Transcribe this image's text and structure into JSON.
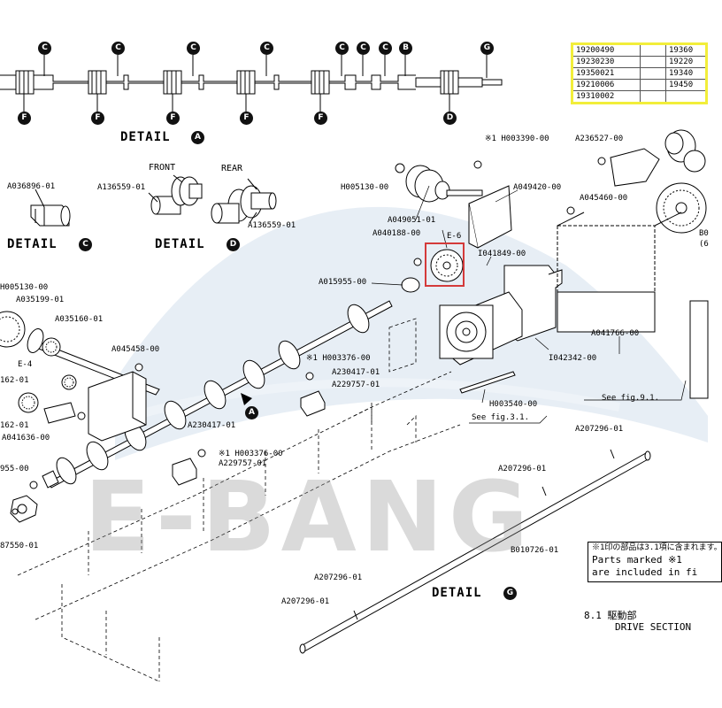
{
  "watermark": "E-BANG",
  "code_table": [
    [
      "19200490",
      "",
      "19360"
    ],
    [
      "19230230",
      "",
      "19220"
    ],
    [
      "19350021",
      "",
      "19340"
    ],
    [
      "19210006",
      "",
      "19450"
    ],
    [
      "19310002",
      "",
      ""
    ]
  ],
  "detail_titles": {
    "a": "DETAIL",
    "c": "DETAIL",
    "d": "DETAIL",
    "g": "DETAIL"
  },
  "callouts": {
    "top_c": [
      "C",
      "C",
      "C",
      "C",
      "C",
      "C",
      "C"
    ],
    "top_b": "B",
    "top_g": "G",
    "bottom_f": [
      "F",
      "F",
      "F",
      "F",
      "F"
    ],
    "bottom_d": "D",
    "detail_a": "A",
    "detail_c": "C",
    "detail_d": "D",
    "detail_g": "G",
    "arrow_a": "A"
  },
  "text": {
    "front": "FRONT",
    "rear": "REAR",
    "see_fig_9_1": "See fig.9.1.",
    "see_fig_3_1": "See fig.3.1.",
    "note_jp": "※1印の部品は3.1項に含まれます。",
    "note_en_1": "Parts marked ※1",
    "note_en_2": "are included in fi",
    "section_num": "8.1 駆動部",
    "section_title": "DRIVE SECTION"
  },
  "part_labels": [
    "A036896-01",
    "A136559-01",
    "A136559-01",
    "H005130-00",
    "A049051-01",
    "A040188-00",
    "E-6",
    "※1 H003390-00",
    "A049420-00",
    "A236527-00",
    "A045460-00",
    "I041849-00",
    "A015955-00",
    "H005130-00",
    "A035199-01",
    "A035160-01",
    "A045458-00",
    "E-4",
    "162-01",
    "162-01",
    "A041636-00",
    "※1 H003376-00",
    "A230417-01",
    "A229757-01",
    "A230417-01",
    "※1 H003376-00",
    "A229757-01",
    "955-00",
    "87550-01",
    "I042342-00",
    "A041766-00",
    "H003540-00",
    "A207296-01",
    "A207296-01",
    "B010726-01",
    "A207296-01",
    "A207296-01",
    "B0",
    "(6"
  ]
}
